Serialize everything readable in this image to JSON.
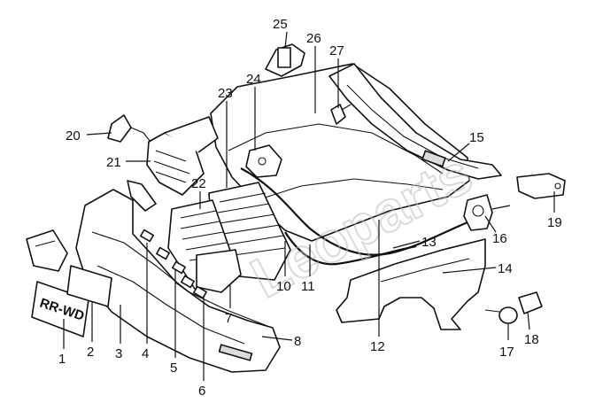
{
  "diagram": {
    "labels": [
      "1",
      "2",
      "3",
      "4",
      "5",
      "6",
      "7",
      "8",
      "10",
      "11",
      "12",
      "13",
      "14",
      "16",
      "17",
      "18",
      "19",
      "20",
      "21",
      "22",
      "23",
      "24",
      "25",
      "26",
      "27",
      "15"
    ],
    "plate_text": "RR-WD",
    "watermark": "Leoparts"
  }
}
